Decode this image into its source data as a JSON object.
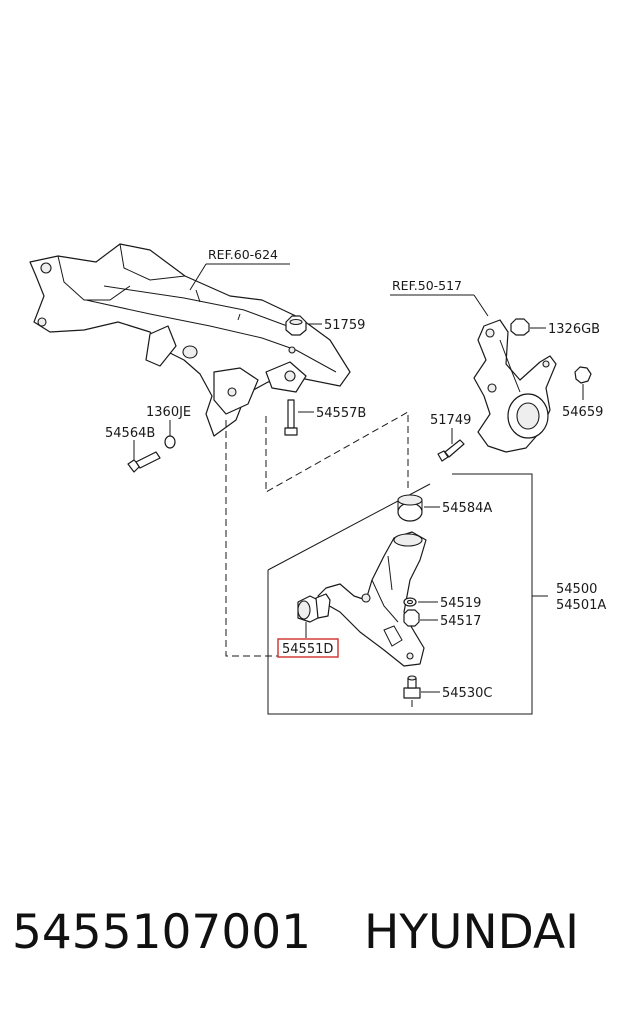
{
  "diagram": {
    "references": [
      "REF.60-624",
      "REF.50-517"
    ],
    "part_labels": {
      "p51759": "51759",
      "p54557B": "54557B",
      "p1360JE": "1360JE",
      "p54564B": "54564B",
      "p1326GB": "1326GB",
      "p54659": "54659",
      "p51749": "51749",
      "p54584A": "54584A",
      "p54519": "54519",
      "p54517": "54517",
      "p54500": "54500",
      "p54501A": "54501A",
      "p54551D": "54551D",
      "p54530C": "54530C"
    },
    "highlighted_part": "54551D",
    "highlight_color": "#d0312d"
  },
  "caption": {
    "part_number": "5455107001",
    "brand": "HYUNDAI"
  }
}
